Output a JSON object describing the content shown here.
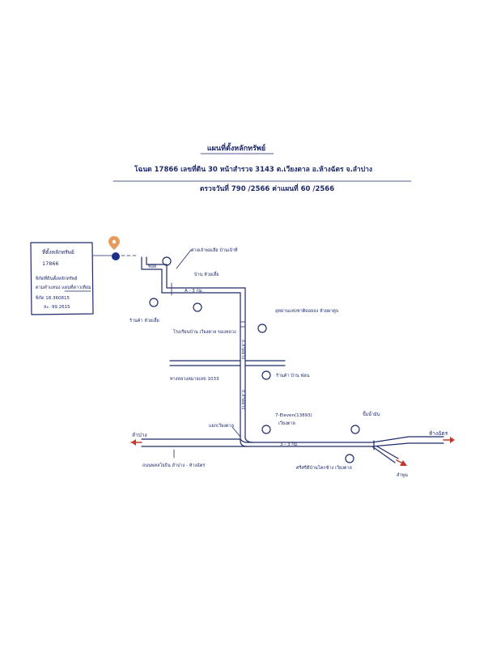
{
  "header": {
    "title": "แผนที่ตั้งหลักทรัพย์",
    "line1": "โฉนด 17866    เลขที่ดิน 30    หน้าสำรวจ 3143   ต.เวียงตาล   อ.ห้างฉัตร   จ.ลำปาง",
    "line2": "ตรวจวันที่ 790 /2566    ค่าแผนที่ 60 /2566"
  },
  "legend_box": {
    "lines": [
      "ที่ตั้งหลักทรัพย์",
      "17866",
      "พิกัดที่ดินตั้งหลักทรัพย์",
      "ตามตำแหน่ง แผนที่ดาวเทียม",
      "พิกัด 18.360815",
      "ละ. 99.2615"
    ]
  },
  "labels": {
    "top_right": "ศาลเจ้าพ่อเสือ บ้านเจ้าที่",
    "road_small": "ซอย",
    "temple_bend": "บ้าน ห้วยเฮี้ย",
    "left_house": "ร้านค้า ห้วยเฮี้ย",
    "road_a": "A - 3 กม.",
    "school": "โรงเรียนบ้าน เวียงตาล ของหลวง",
    "right_mid": "อุทยานแห่งชาติดอยจง ห้วยผาตูบ",
    "road_vert_a": "ถ.ลาดยาง",
    "highway": "ทางหลวงหมายเลข 1033",
    "right_shop": "ร้านค้า บ้าน ฟ่อน",
    "road_vert_b": "ถ.ลาดยาง",
    "seven": "7-Eleven(13893)",
    "seven_sub": "เวียงตาล",
    "gas": "ปั๊มน้ำมัน",
    "junction": "แยกเวียงตาล",
    "dir_left": "ลำปาง",
    "dir_right": "ห้างฉัตร",
    "road_b": "3 - 3 กม.",
    "bottom_left": "ถนนพหลโยธิน ลำปาง - ห้างฉัตร",
    "bottom_right": "ศรีศรีดีบ้านโคกช้าง เวียงตาล",
    "dir_down": "ลำพูน"
  },
  "colors": {
    "ink": "#1f2a6b",
    "accent": "#d98b4a",
    "marker": "#1c2f8a",
    "arrow": "#c0392b"
  },
  "icons": {
    "pin": "map-pin-icon",
    "target": "target-dot-icon"
  }
}
